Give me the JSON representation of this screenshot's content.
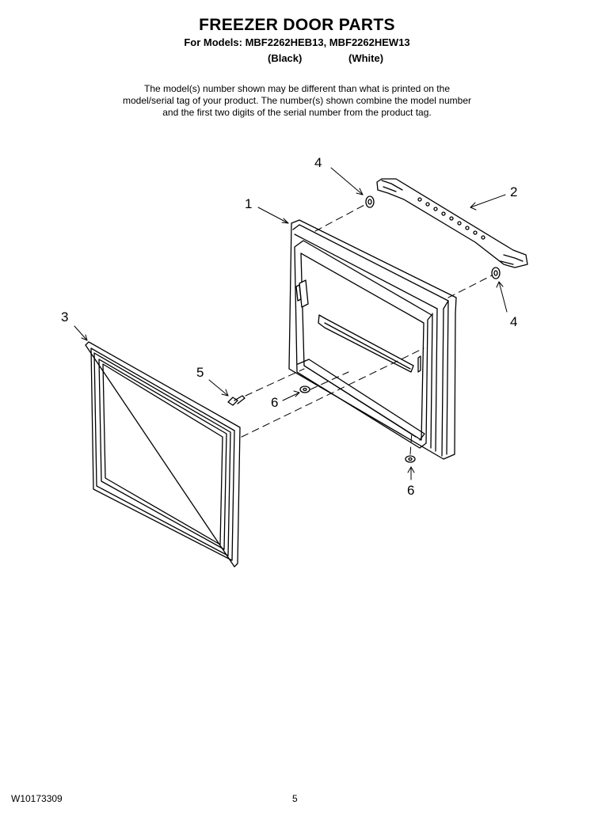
{
  "header": {
    "title": "FREEZER DOOR PARTS",
    "models_line": "For Models: MBF2262HEB13, MBF2262HEW13",
    "color_black": "(Black)",
    "color_white": "(White)"
  },
  "note": "The model(s) number shown may be different than what is printed on the model/serial tag of your product. The number(s) shown combine the model number and the first two digits of the serial number from the product tag.",
  "callouts": {
    "door": "1",
    "handle": "2",
    "gasket": "3",
    "handle_screw_top": "4",
    "handle_screw_bottom": "4",
    "screw": "5",
    "washer_left": "6",
    "washer_bottom": "6"
  },
  "footer": {
    "doc_number": "W10173309",
    "page_number": "5"
  }
}
